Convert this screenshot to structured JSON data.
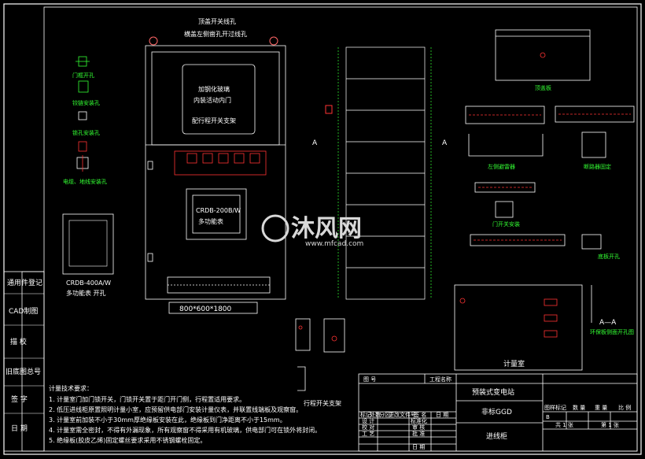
{
  "sidebar": {
    "rows": [
      "通用件登记",
      "CAD制图",
      "描 校",
      "旧底图总号",
      "签 字",
      "日 期"
    ]
  },
  "cabinet": {
    "top_label_1": "顶盖开关线孔",
    "top_label_2": "横盖左侧凿孔开过线孔",
    "panel_text_1": "加钢化玻璃",
    "panel_text_2": "内装活动内门",
    "panel_text_3": "配行程开关支架",
    "meter_model": "CRDB-200B/W",
    "meter_sub": "多功能表",
    "dimension": "800*600*1800",
    "cutout_model": "CRDB-400A/W",
    "cutout_sub": "多功能表  开孔"
  },
  "labels": {
    "section_a_left": "A",
    "section_a_right": "A",
    "top_plate": "顶盖板",
    "lightning": "左侧避雷器",
    "breaker_fix": "断路器固定",
    "door_switch": "门开关安装",
    "bottom_plate": "底板开孔",
    "section_aa": "A—A",
    "section_aa_sub": "环保板侧面开孔图",
    "measure_room": "计量室",
    "switch_bracket": "行程开关支架",
    "bracket_small": "行程开关支架",
    "left_tag_1": "门框开孔",
    "left_tag_2": "铰链安装孔",
    "left_tag_3": "锁孔安装孔",
    "left_tag_4": "电缆、地线安装孔"
  },
  "watermark": {
    "brand": "沐风网",
    "url": "www.mfcad.com"
  },
  "notes": {
    "title": "计量技术要求：",
    "lines": [
      "1. 计量室门加门锁开关，门锁开关置于距门开门侧，行程置适用要求。",
      "2. 低压进线柜原置照明计量小室，应预留供电部门安装计量仪表，并联置线端板及观察窗。",
      "3. 计量室前加装不小于30mm厚绝缘板安装在此，绝缘板到门净距离不小于15mm。",
      "4. 计量室需全密封，不得有外漏现象，所有观察窗不得采用有机玻璃，供电部门可在锁外将封闭。",
      "5. 绝缘板(胶皮乙烯)固定螺丝要求采用不锈钢螺栓固定。"
    ]
  },
  "title_block": {
    "cell_tuhao": "图 号",
    "cell_project": "工程名称",
    "project_name": "预装式变电站",
    "std": "非标GGD",
    "drawing_name": "进线柜",
    "col_labels": [
      "标记",
      "处数",
      "分区",
      "更改文件号",
      "签 名",
      "日 期"
    ],
    "sign_rows": [
      "设 计",
      "校 对",
      "审 核",
      "工 艺",
      "标准化",
      "批 准",
      "日 期"
    ],
    "stage_labels": [
      "图样标记",
      "数 量",
      "重 量",
      "比 例"
    ],
    "stage_mark": "B",
    "sheet_total": "共 1 张",
    "sheet_no": "第 1 张"
  },
  "colors": {
    "background": "#000000",
    "line": "#ffffff",
    "accent_green": "#33ff33",
    "accent_red": "#ff3333",
    "accent_yellow": "#ffff33",
    "accent_cyan": "#33ffff"
  }
}
